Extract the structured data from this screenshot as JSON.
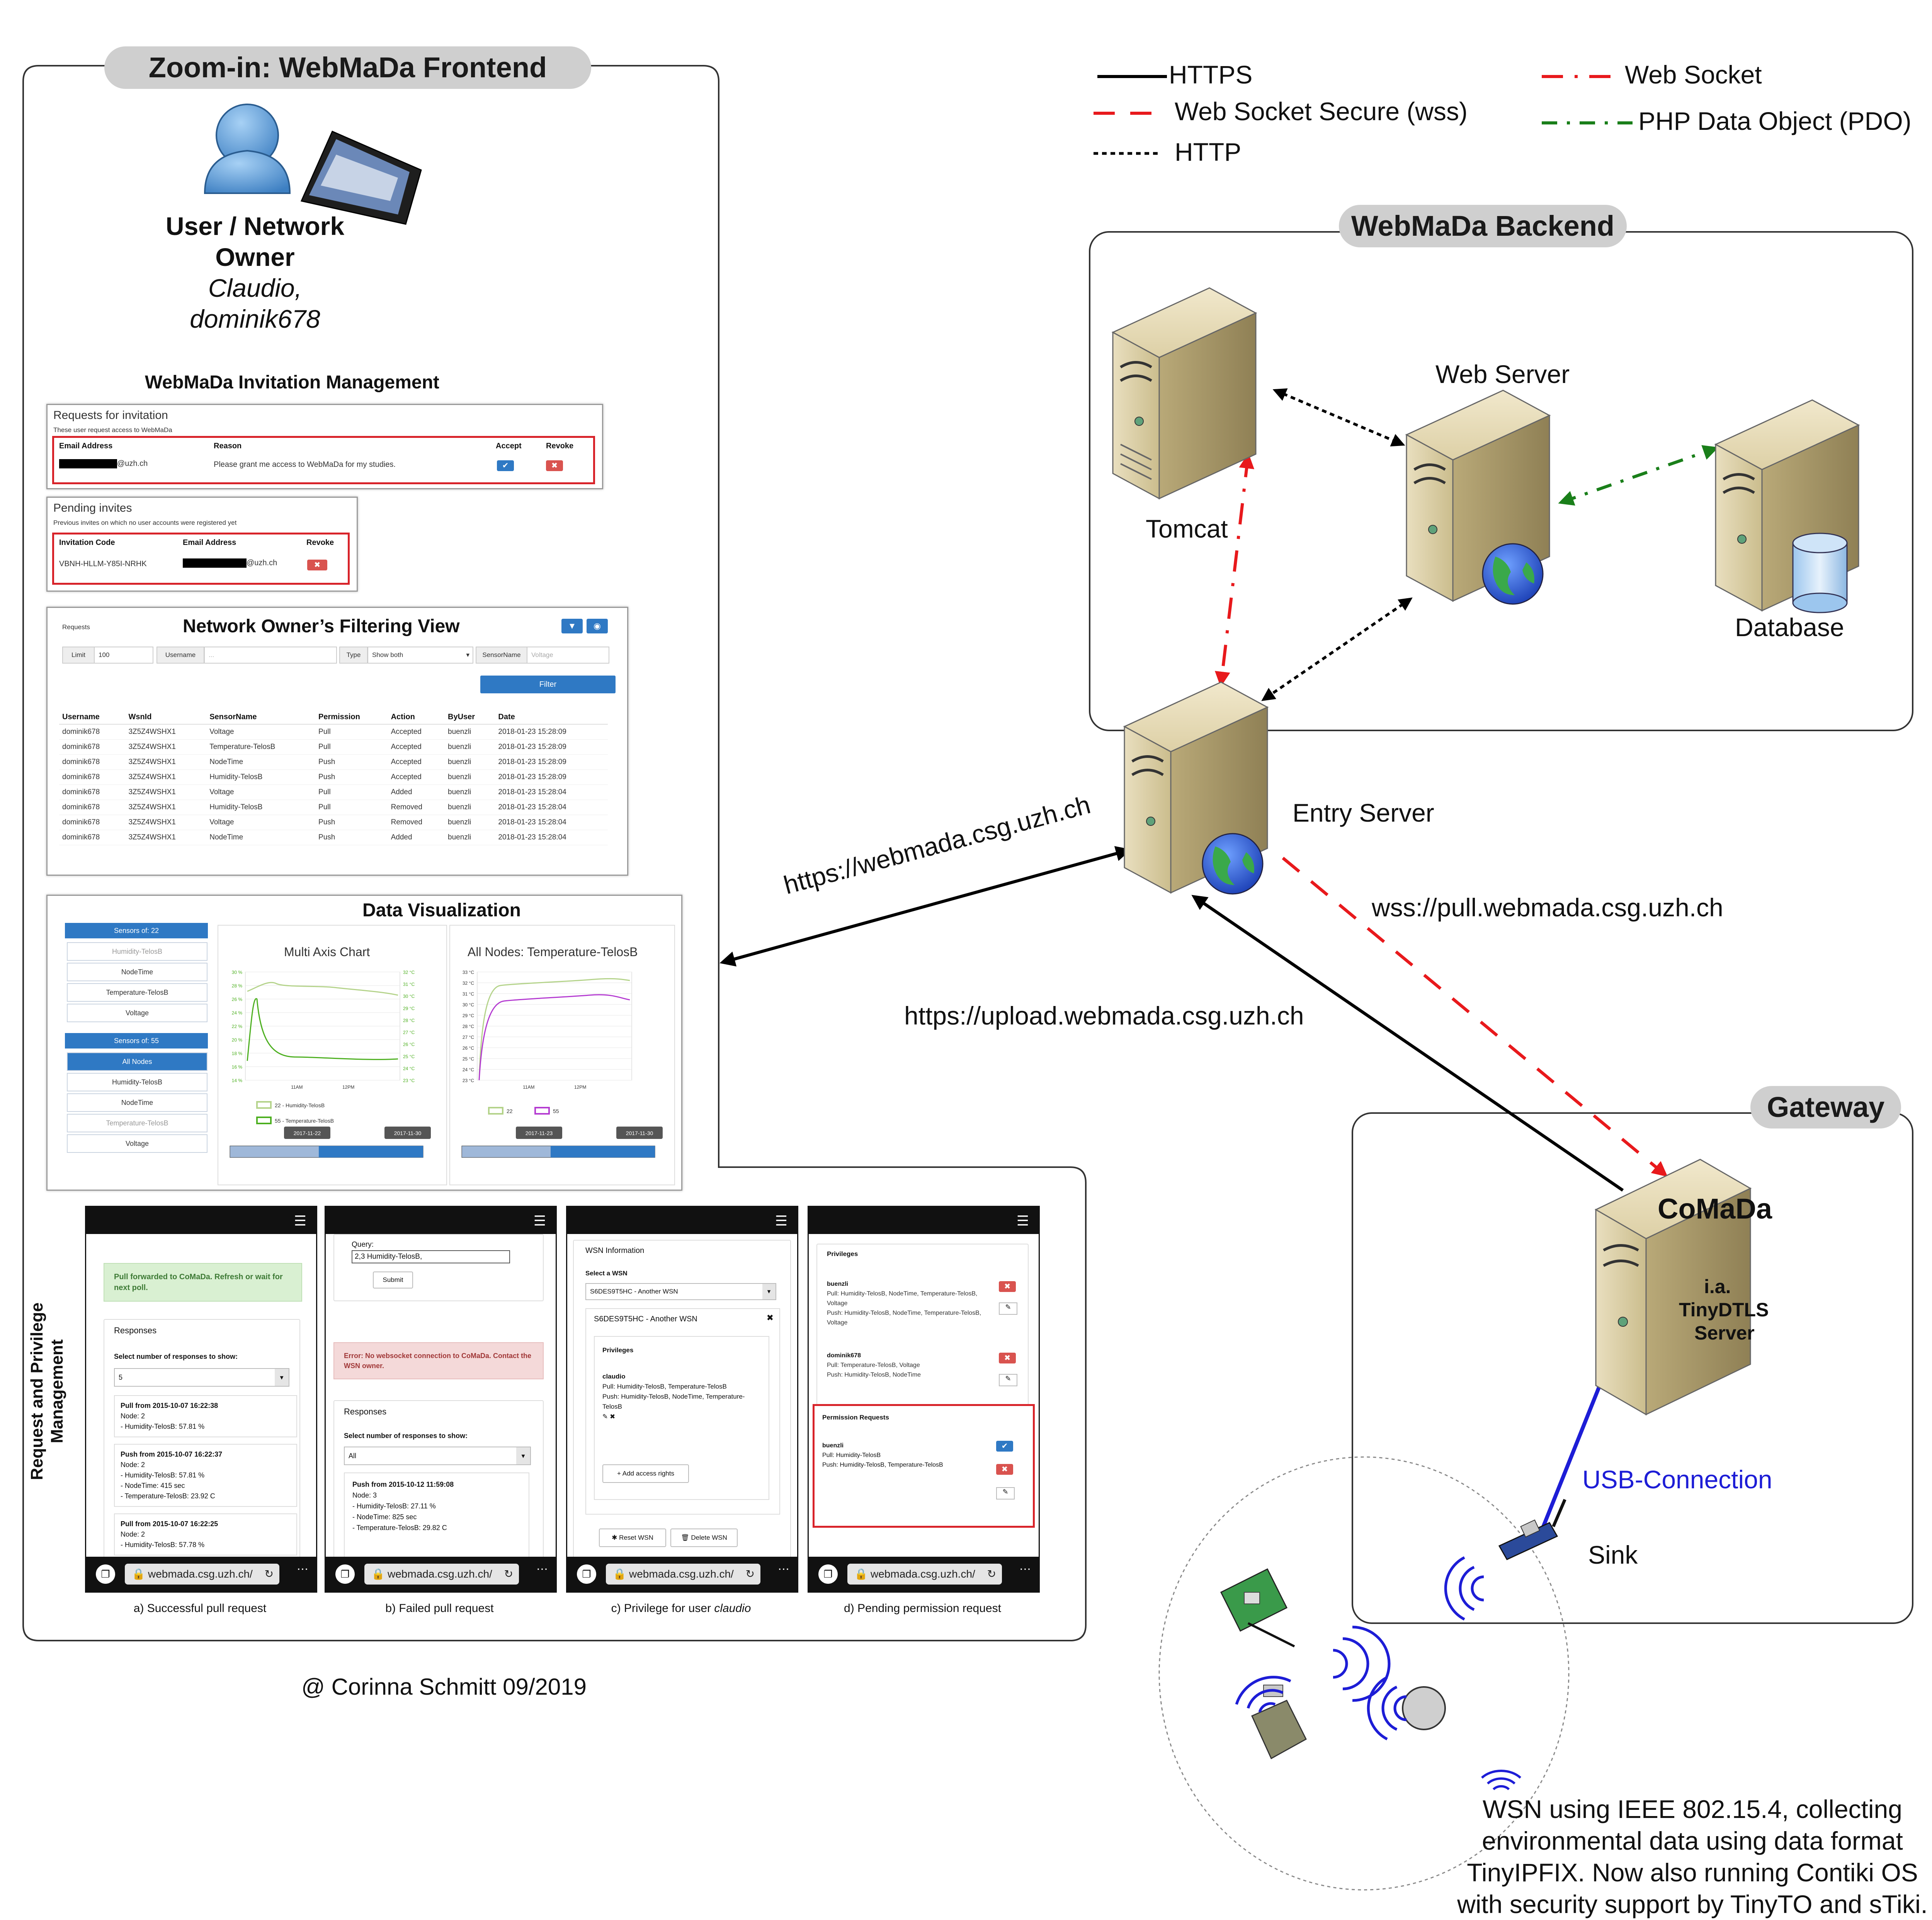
{
  "legend": {
    "https": "HTTPS",
    "wss": "Web Socket Secure (wss)",
    "http": "HTTP",
    "websocket": "Web Socket",
    "pdo": "PHP Data Object (PDO)"
  },
  "colors": {
    "https": "#000000",
    "wss": "#e8191c",
    "http": "#000000",
    "websocket": "#e8191c",
    "pdo": "#1a7f1a",
    "usb": "#1d1dd6",
    "pill": "#cfcfcf",
    "server_body": "#d9cba0",
    "globe_blue": "#2a5bd7",
    "globe_green": "#3aa94a"
  },
  "frontend": {
    "title": "Zoom-in: WebMaDa Frontend",
    "user_label_line1": "User / Network",
    "user_label_line2": "Owner",
    "user_names_line1": "Claudio,",
    "user_names_line2": "dominik678",
    "invitation_title": "WebMaDa Invitation Management",
    "requests_panel": {
      "title": "Requests for invitation",
      "subtitle": "These user request access to WebMaDa",
      "headers": [
        "Email Address",
        "Reason",
        "Accept",
        "Revoke"
      ],
      "row_email_suffix": "@uzh.ch",
      "row_reason": "Please grant me access to WebMaDa for my studies."
    },
    "pending_panel": {
      "title": "Pending invites",
      "subtitle": "Previous invites on which no user accounts were registered yet",
      "headers": [
        "Invitation Code",
        "Email Address",
        "Revoke"
      ],
      "row_code": "VBNH-HLLM-Y85I-NRHK",
      "row_email_suffix": "@uzh.ch"
    },
    "filter_view": {
      "title": "Network Owner’s Filtering View",
      "requests_label": "Requests",
      "limit_label": "Limit",
      "limit_value": "100",
      "username_label": "Username",
      "username_placeholder": "...",
      "type_label": "Type",
      "type_value": "Show both",
      "sensorname_label": "SensorName",
      "sensorname_placeholder": "Voltage",
      "filter_button": "Filter",
      "headers": [
        "Username",
        "WsnId",
        "SensorName",
        "Permission",
        "Action",
        "ByUser",
        "Date"
      ],
      "rows": [
        [
          "dominik678",
          "3Z5Z4WSHX1",
          "Voltage",
          "Pull",
          "Accepted",
          "buenzli",
          "2018-01-23 15:28:09"
        ],
        [
          "dominik678",
          "3Z5Z4WSHX1",
          "Temperature-TelosB",
          "Pull",
          "Accepted",
          "buenzli",
          "2018-01-23 15:28:09"
        ],
        [
          "dominik678",
          "3Z5Z4WSHX1",
          "NodeTime",
          "Push",
          "Accepted",
          "buenzli",
          "2018-01-23 15:28:09"
        ],
        [
          "dominik678",
          "3Z5Z4WSHX1",
          "Humidity-TelosB",
          "Push",
          "Accepted",
          "buenzli",
          "2018-01-23 15:28:09"
        ],
        [
          "dominik678",
          "3Z5Z4WSHX1",
          "Voltage",
          "Pull",
          "Added",
          "buenzli",
          "2018-01-23 15:28:04"
        ],
        [
          "dominik678",
          "3Z5Z4WSHX1",
          "Humidity-TelosB",
          "Pull",
          "Removed",
          "buenzli",
          "2018-01-23 15:28:04"
        ],
        [
          "dominik678",
          "3Z5Z4WSHX1",
          "Voltage",
          "Push",
          "Removed",
          "buenzli",
          "2018-01-23 15:28:04"
        ],
        [
          "dominik678",
          "3Z5Z4WSHX1",
          "NodeTime",
          "Push",
          "Added",
          "buenzli",
          "2018-01-23 15:28:04"
        ]
      ]
    },
    "visualization": {
      "title": "Data Visualization",
      "sensors_22_label": "Sensors of: 22",
      "sensors_22_items": [
        "Humidity-TelosB",
        "NodeTime",
        "Temperature-TelosB",
        "Voltage"
      ],
      "sensors_55_label": "Sensors of: 55",
      "sensors_55_items": [
        "All Nodes",
        "Humidity-TelosB",
        "NodeTime",
        "Temperature-TelosB",
        "Voltage"
      ],
      "chart1_title": "Multi Axis Chart",
      "chart1_left_ticks": [
        "30 %",
        "28 %",
        "26 %",
        "24 %",
        "22 %",
        "20 %",
        "18 %",
        "16 %",
        "14 %"
      ],
      "chart1_right_ticks": [
        "32 °C",
        "31 °C",
        "30 °C",
        "29 °C",
        "28 °C",
        "27 °C",
        "26 °C",
        "25 °C",
        "24 °C",
        "23 °C"
      ],
      "chart1_x_ticks": [
        "11AM",
        "12PM"
      ],
      "chart1_legend": [
        "22 - Humidity-TelosB",
        "55 - Temperature-TelosB"
      ],
      "chart1_range": [
        "2017-11-22",
        "2017-11-30"
      ],
      "chart2_title": "All Nodes: Temperature-TelosB",
      "chart2_left_ticks": [
        "33 °C",
        "32 °C",
        "31 °C",
        "30 °C",
        "29 °C",
        "28 °C",
        "27 °C",
        "26 °C",
        "25 °C",
        "24 °C",
        "23 °C"
      ],
      "chart2_x_ticks": [
        "11AM",
        "12PM"
      ],
      "chart2_legend": [
        "22",
        "55"
      ],
      "chart2_range": [
        "2017-11-23",
        "2017-11-30"
      ]
    },
    "side_label_line1": "Request and Privilege",
    "side_label_line2": "Management",
    "phones": {
      "url": "webmada.csg.uzh.ch/",
      "a": {
        "alert": "Pull forwarded to CoMaDa. Refresh or wait for next poll.",
        "responses": "Responses",
        "select_label": "Select number of responses to show:",
        "select_value": "5",
        "entries": [
          {
            "head": "Pull from 2015-10-07 16:22:38",
            "lines": [
              "Node: 2",
              "- Humidity-TelosB: 57.81 %"
            ]
          },
          {
            "head": "Push from 2015-10-07 16:22:37",
            "lines": [
              "Node: 2",
              "- Humidity-TelosB: 57.81 %",
              "- NodeTime: 415 sec",
              "- Temperature-TelosB: 23.92 C"
            ]
          },
          {
            "head": "Pull from 2015-10-07 16:22:25",
            "lines": [
              "Node: 2",
              "- Humidity-TelosB: 57.78 %"
            ]
          }
        ],
        "caption": "a) Successful pull request"
      },
      "b": {
        "query_label": "Query:",
        "query_value": "2,3 Humidity-TelosB,",
        "submit": "Submit",
        "error": "Error: No websocket connection to CoMaDa. Contact the WSN owner.",
        "responses": "Responses",
        "select_label": "Select number of responses to show:",
        "select_value": "All",
        "entry_head": "Push from 2015-10-12 11:59:08",
        "entry_lines": [
          "Node: 3",
          "- Humidity-TelosB: 27.11 %",
          "- NodeTime: 825 sec",
          "- Temperature-TelosB: 29.82 C"
        ],
        "caption": "b) Failed pull request"
      },
      "c": {
        "wsn_info": "WSN Information",
        "select_wsn": "Select a WSN",
        "select_value": "S6DES9T5HC - Another WSN",
        "card_title": "S6DES9T5HC - Another WSN",
        "privileges": "Privileges",
        "user": "claudio",
        "pull_line": "Pull: Humidity-TelosB, Temperature-TelosB",
        "push_line": "Push: Humidity-TelosB, NodeTime, Temperature-TelosB",
        "add_rights": "Add access rights",
        "reset": "Reset WSN",
        "delete": "Delete WSN",
        "caption_prefix": "c) Privilege for user ",
        "caption_user": "claudio"
      },
      "d": {
        "privileges": "Privileges",
        "user1": "buenzli",
        "user1_pull": "Pull: Humidity-TelosB, NodeTime, Temperature-TelosB, Voltage",
        "user1_push": "Push: Humidity-TelosB, NodeTime, Temperature-TelosB, Voltage",
        "user2": "dominik678",
        "user2_pull": "Pull: Temperature-TelosB, Voltage",
        "user2_push": "Push: Humidity-TelosB, NodeTime",
        "perm_requests": "Permission Requests",
        "req_user": "buenzli",
        "req_pull": "Pull: Humidity-TelosB",
        "req_push": "Push: Humidity-TelosB, Temperature-TelosB",
        "caption": "d) Pending permission request"
      }
    },
    "copyright": "@ Corinna Schmitt 09/2019"
  },
  "backend": {
    "title": "WebMaDa Backend",
    "tomcat": "Tomcat",
    "web_server": "Web Server",
    "database": "Database",
    "entry_server": "Entry Server"
  },
  "connections": {
    "https_frontend": "https://webmada.csg.uzh.ch",
    "https_upload": "https://upload.webmada.csg.uzh.ch",
    "wss_pull": "wss://pull.webmada.csg.uzh.ch",
    "usb": "USB-Connection"
  },
  "gateway": {
    "title": "Gateway",
    "comada": "CoMaDa",
    "comada_sub1": "i.a.",
    "comada_sub2": "TinyDTLS",
    "comada_sub3": "Server",
    "sink": "Sink"
  },
  "wsn": {
    "line1": "WSN using IEEE 802.15.4, collecting",
    "line2": "environmental data using data format",
    "line3": "TinyIPFIX. Now also running Contiki OS",
    "line4": "with security support by TinyTO and sTiki."
  }
}
